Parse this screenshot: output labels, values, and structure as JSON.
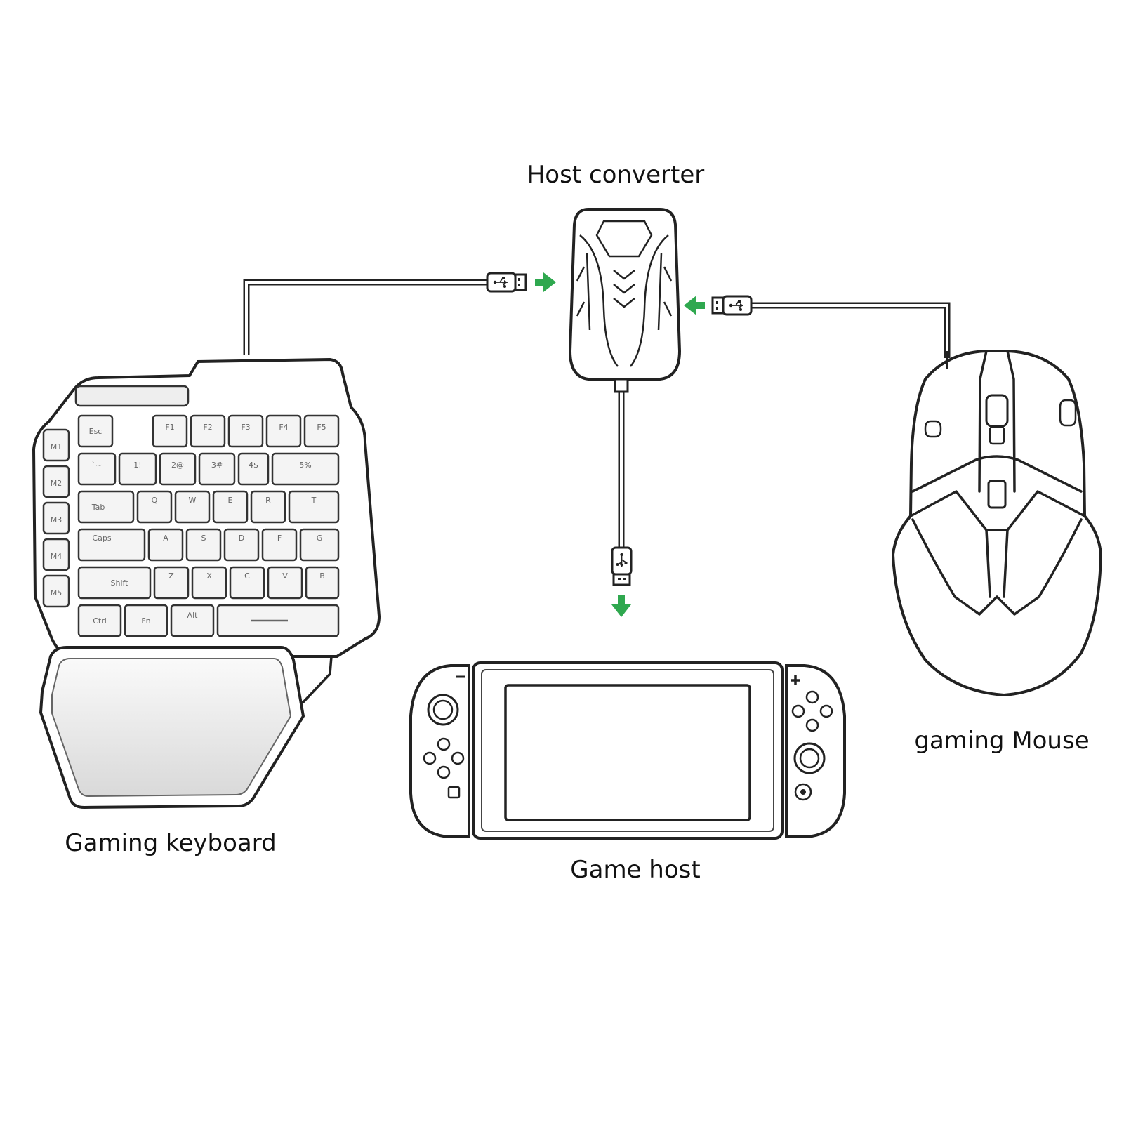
{
  "labels": {
    "converter": "Host converter",
    "mouse": "gaming Mouse",
    "keyboard": "Gaming keyboard",
    "console": "Game host"
  },
  "colors": {
    "arrow": "#2fa84f",
    "outline": "#222222",
    "key_fill": "#f4f4f4"
  },
  "keyboard_keys": {
    "row1": [
      "Esc",
      "F1",
      "F2",
      "F3",
      "F4",
      "F5"
    ],
    "row2": [
      "`~",
      "1!",
      "2@",
      "3#",
      "4$",
      "5%"
    ],
    "row3": [
      "Tab",
      "Q",
      "W",
      "E",
      "R",
      "T"
    ],
    "row4": [
      "Caps",
      "A",
      "S",
      "D",
      "F",
      "G"
    ],
    "row5": [
      "Shift",
      "Z",
      "X",
      "C",
      "V",
      "B"
    ],
    "row6": [
      "Ctrl",
      "Fn",
      "Alt"
    ],
    "side": [
      "M1",
      "M2",
      "M3",
      "M4",
      "M5"
    ]
  },
  "icons": [
    "usb-plug-icon",
    "arrow-right-icon",
    "arrow-left-icon",
    "arrow-down-icon",
    "minus-icon",
    "plus-icon"
  ]
}
